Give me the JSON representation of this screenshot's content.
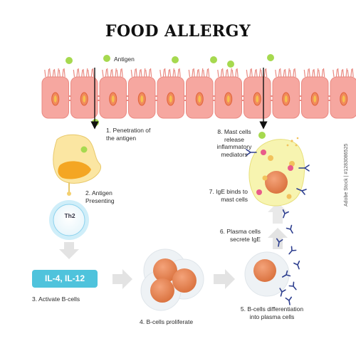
{
  "title": "FOOD ALLERGY",
  "antigen_label": "Antigen",
  "th2_label": "Th2",
  "cytokines_label": "IL-4, IL-12",
  "side_text": "Adobe Stock | #1283086525",
  "steps": {
    "s1": "1. Penetration of\nthe antigen",
    "s2": "2. Antigen\nPresenting",
    "s3": "3. Activate B-cells",
    "s4": "4. B-cells proliferate",
    "s5": "5. B-cells differentiation\ninto plasma cells",
    "s6": "6. Plasma cells\nsecrete IgE",
    "s7": "7. IgE binds to\nmast cells",
    "s8": "8. Mast cells\nrelease\ninflammatory\nmediators"
  },
  "colors": {
    "epithelium": "#f6a7a0",
    "epithelium_edge": "#e98a82",
    "nucleus": "#f08a5d",
    "antigen": "#a6d94f",
    "apc_body": "#fbe6a2",
    "apc_nucleus": "#f4a623",
    "th2_ring": "#8fd3ee",
    "b_cell": "#e8884e",
    "mast_cell": "#f7f4b0",
    "ige": "#2e3f8f",
    "accent_cyan": "#4fc3dc",
    "arrow_gray": "#d6d6d6"
  },
  "icons": [
    "antigen-particle",
    "epithelial-cell",
    "antigen-presenting-cell",
    "th2-cell",
    "b-cell-cluster",
    "plasma-cell",
    "mast-cell",
    "ige-antibody"
  ]
}
